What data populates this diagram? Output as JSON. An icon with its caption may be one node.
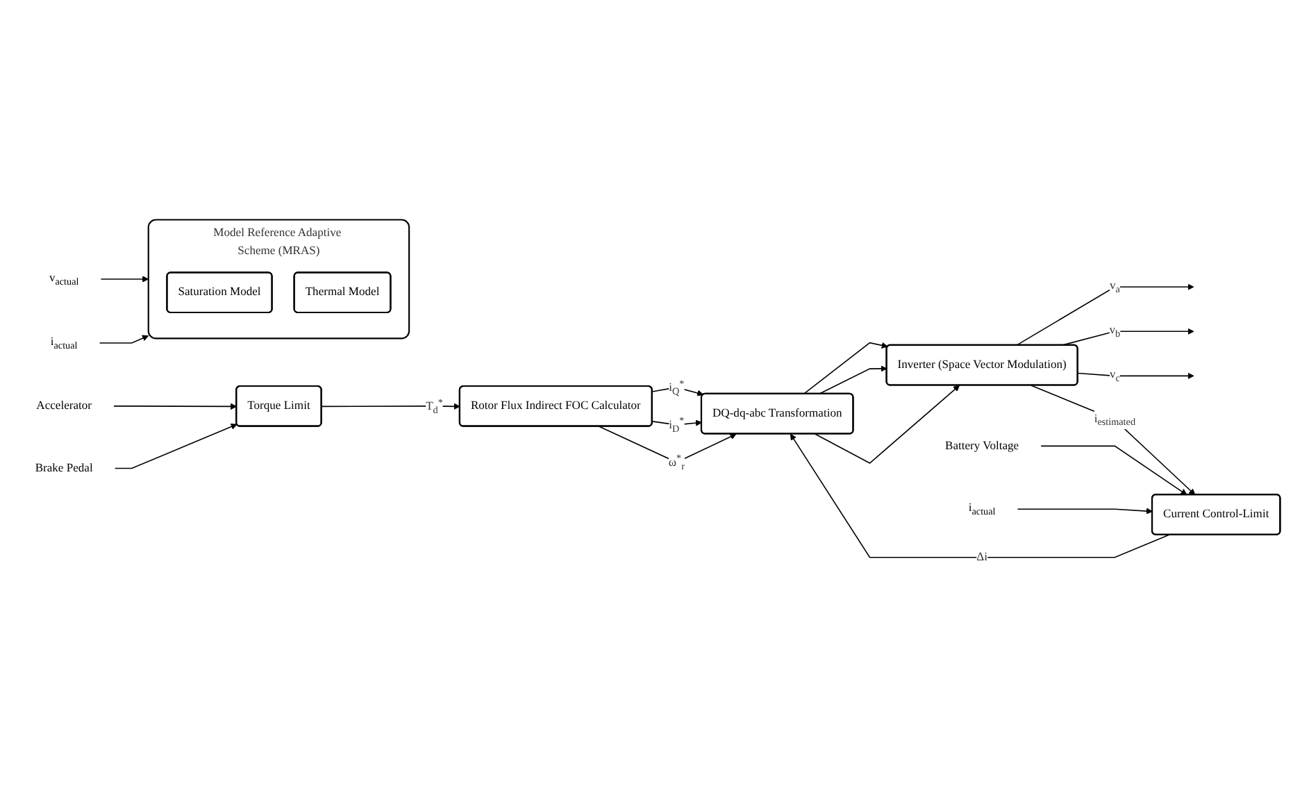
{
  "diagram": {
    "nodes": [
      {
        "text": [
          "Torque Limit"
        ]
      },
      {
        "text": [
          "Accelerator"
        ]
      },
      {
        "text": [
          "Brake Pedal"
        ]
      },
      {
        "text": [
          "Rotor Flux Indirect FOC Calculator"
        ]
      },
      {
        "text": [
          "Model Reference Adaptive Scheme (MRAS)"
        ]
      },
      {
        "text": [
          "Saturation Model"
        ],
        "in": 4
      },
      {
        "text": [
          "Thermal Model"
        ],
        "in": 4
      },
      {
        "text": [
          "DQ-dq-abc Transformation"
        ]
      },
      {
        "text": [
          "Inverter (Space Vector Modulation)"
        ]
      },
      {
        "text": [
          "Current Control-Limit"
        ]
      },
      {
        "text": [
          "v$_{actual}$"
        ]
      },
      {
        "text": [
          "i$_{actual}$"
        ]
      },
      {
        "text": [
          "Battery Voltage"
        ]
      },
      {
        "text": [
          "i$_{actual}$"
        ]
      }
    ],
    "edges": [
      {
        "from": 1,
        "to": 0,
        "arrow": "to"
      },
      {
        "from": 2,
        "to": 0,
        "arrow": "to"
      },
      {
        "from": 0,
        "to": 3,
        "arrow": "to",
        "label": "T$_{d}$$^{*}$"
      },
      {
        "from": 3,
        "to": 7,
        "arrow": "to",
        "label": "i$_{Q}$$^{*}$"
      },
      {
        "from": 3,
        "to": 7,
        "arrow": "to",
        "label": "i$_{D}$$^{*}$"
      },
      {
        "from": 3,
        "to": 7,
        "arrow": "to",
        "label": "ω$^{*}$$_{r}$"
      },
      {
        "from": 7,
        "to": 8,
        "arrow": "to"
      },
      {
        "from": 7,
        "to": 8,
        "arrow": "to"
      },
      {
        "from": 7,
        "to": 8,
        "arrow": "to"
      },
      {
        "from": 8,
        "to": null,
        "arrow": "to",
        "label": "v$_{a}$"
      },
      {
        "from": 8,
        "to": null,
        "arrow": "to",
        "label": "v$_{b}$"
      },
      {
        "from": 8,
        "to": null,
        "arrow": "to",
        "label": "v$_{c}$"
      },
      {
        "from": 8,
        "to": 9,
        "arrow": "to",
        "label": "i$_{estimated}$"
      },
      {
        "from": 9,
        "to": 7,
        "arrow": "to",
        "label": "Δi"
      },
      {
        "from": 10,
        "to": 4,
        "arrow": "to"
      },
      {
        "from": 11,
        "to": 4,
        "arrow": "to"
      },
      {
        "from": 12,
        "to": 9,
        "arrow": "to"
      },
      {
        "from": 13,
        "to": 9,
        "arrow": "to"
      }
    ]
  }
}
